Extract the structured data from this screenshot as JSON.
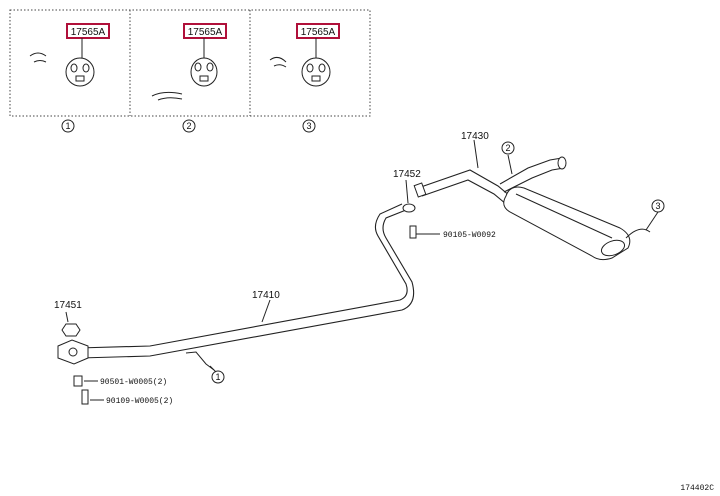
{
  "panels": [
    {
      "part_label": "17565A",
      "marker": "1"
    },
    {
      "part_label": "17565A",
      "marker": "2"
    },
    {
      "part_label": "17565A",
      "marker": "3"
    }
  ],
  "callouts": {
    "pipe_front": "17410",
    "tailpipe": "17430",
    "gasket_front": "17451",
    "gasket_rear": "17452",
    "bolt_rear": "90105-W0092",
    "nut_front": "90501-W0005(2)",
    "bolt_front": "90109-W0005(2)"
  },
  "markers": {
    "hanger_front": "1",
    "hanger_mid": "2",
    "hanger_rear": "3"
  },
  "diagram_id": "174402C",
  "colors": {
    "highlight": "#b0103a",
    "line": "#222222"
  }
}
